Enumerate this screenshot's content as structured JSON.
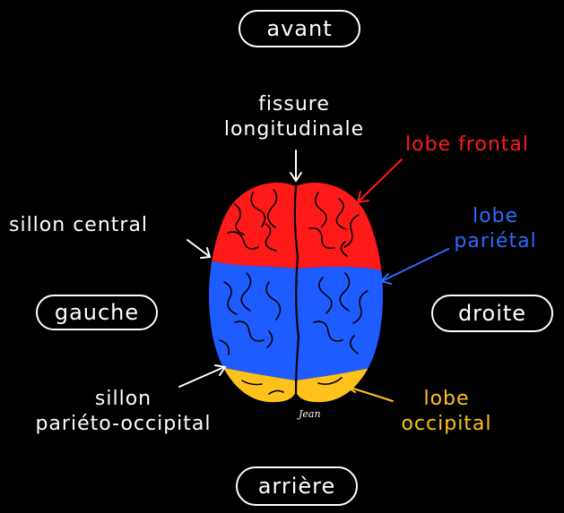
{
  "directions": {
    "front": "avant",
    "back": "arrière",
    "left": "gauche",
    "right": "droite"
  },
  "labels": {
    "fissure_line1": "fissure",
    "fissure_line2": "longitudinale",
    "central_sulcus": "sillon central",
    "parieto_line1": "sillon",
    "parieto_line2": "pariéto-occipital",
    "frontal_line1": "lobe frontal",
    "parietal_line1": "lobe",
    "parietal_line2": "pariétal",
    "occipital_line1": "lobe",
    "occipital_line2": "occipital"
  },
  "signature": "Jean",
  "colors": {
    "frontal": "#ff1a1a",
    "parietal": "#1e5cff",
    "occipital": "#ffc21a",
    "background": "#000000",
    "text": "#ffffff"
  }
}
